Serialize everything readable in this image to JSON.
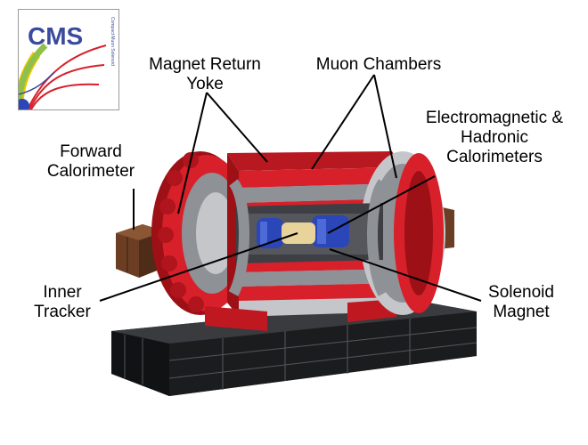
{
  "logo": {
    "title": "CMS",
    "subtitle": "Compact Muon Solenoid",
    "icon": "cms-logo-icon"
  },
  "labels": {
    "magnet_return_yoke": [
      "Magnet Return",
      "Yoke"
    ],
    "muon_chambers": [
      "Muon Chambers"
    ],
    "calorimeters": [
      "Electromagnetic &",
      "Hadronic",
      "Calorimeters"
    ],
    "forward_calorimeter": [
      "Forward",
      "Calorimeter"
    ],
    "inner_tracker": [
      "Inner",
      "Tracker"
    ],
    "solenoid_magnet": [
      "Solenoid",
      "Magnet"
    ]
  },
  "colors": {
    "yoke_red": "#d8202a",
    "yoke_dark_red": "#9c1016",
    "steel_grey": "#8e9196",
    "light_grey": "#c4c6c9",
    "magnet_blue": "#2a46b8",
    "tracker_tan": "#e8d39a",
    "forward_brown": "#6b3e24",
    "base_black": "#1b1c1e"
  }
}
